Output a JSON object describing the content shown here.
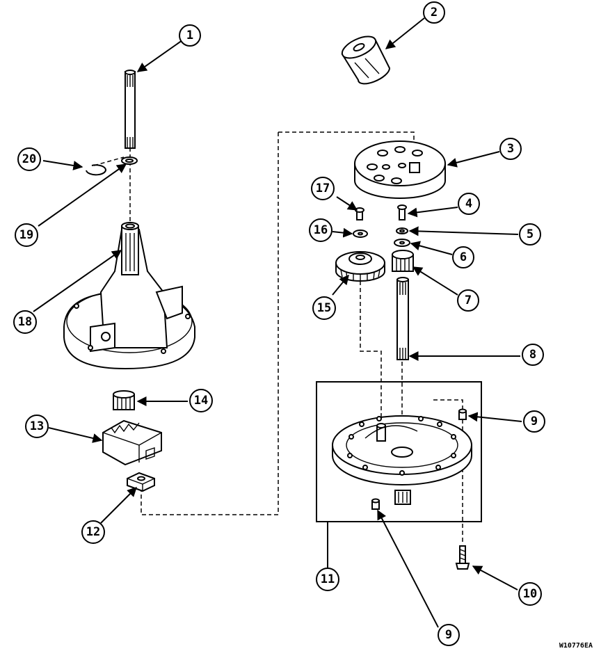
{
  "figure": {
    "drawing_code": "W10776EA",
    "callouts": [
      {
        "label": "1"
      },
      {
        "label": "2"
      },
      {
        "label": "3"
      },
      {
        "label": "4"
      },
      {
        "label": "5"
      },
      {
        "label": "6"
      },
      {
        "label": "7"
      },
      {
        "label": "8"
      },
      {
        "label": "9"
      },
      {
        "label": "9"
      },
      {
        "label": "10"
      },
      {
        "label": "11"
      },
      {
        "label": "12"
      },
      {
        "label": "13"
      },
      {
        "label": "14"
      },
      {
        "label": "15"
      },
      {
        "label": "16"
      },
      {
        "label": "17"
      },
      {
        "label": "18"
      },
      {
        "label": "19"
      },
      {
        "label": "20"
      }
    ]
  }
}
